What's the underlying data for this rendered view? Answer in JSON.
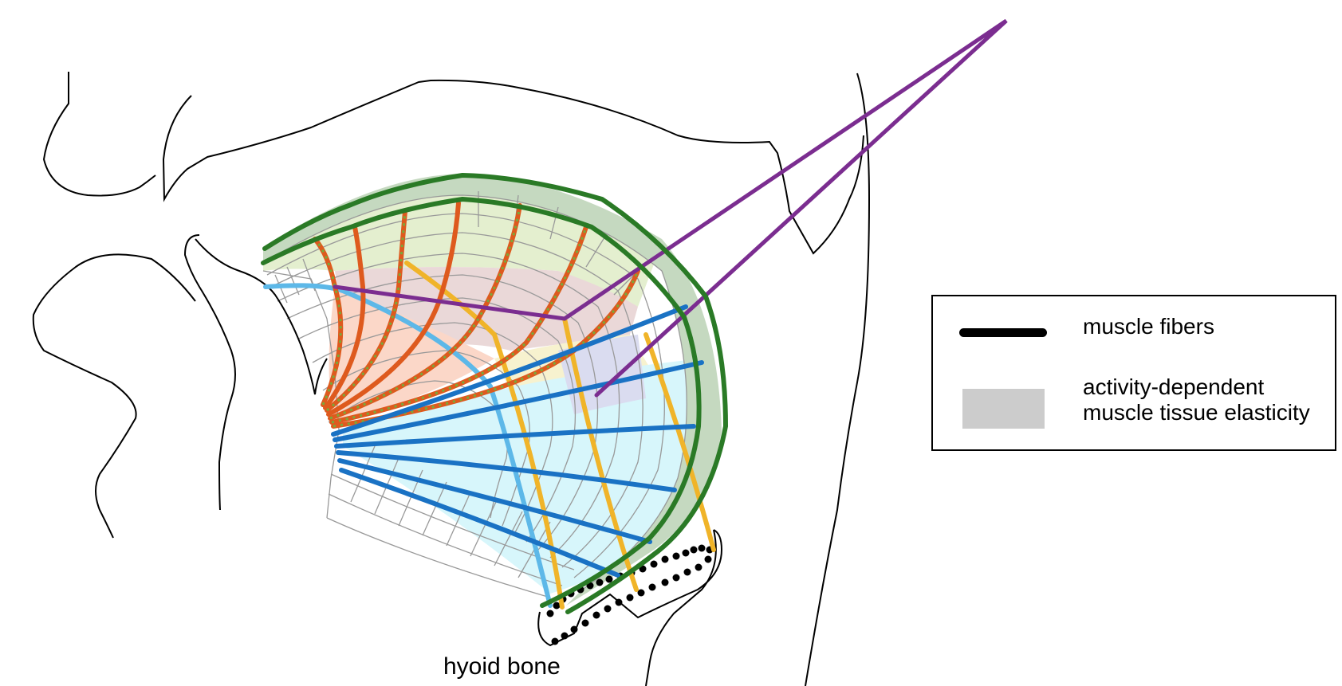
{
  "colors": {
    "outline": "#000000",
    "mesh": "#999999",
    "styloglossus": "#7b2d90",
    "genioglossus_anterior": "#de5a1e",
    "genioglossus_posterior": "#1a72c4",
    "hyoglossus": "#f0b429",
    "transversus": "#5db8e8",
    "superior_longitudinal": "#2a7a26",
    "legend_area": "#cccccc"
  },
  "legend": {
    "line_label": "muscle fibers",
    "area_label_line1": "activity-dependent",
    "area_label_line2": "muscle tissue elasticity"
  },
  "caption": "hyoid bone"
}
